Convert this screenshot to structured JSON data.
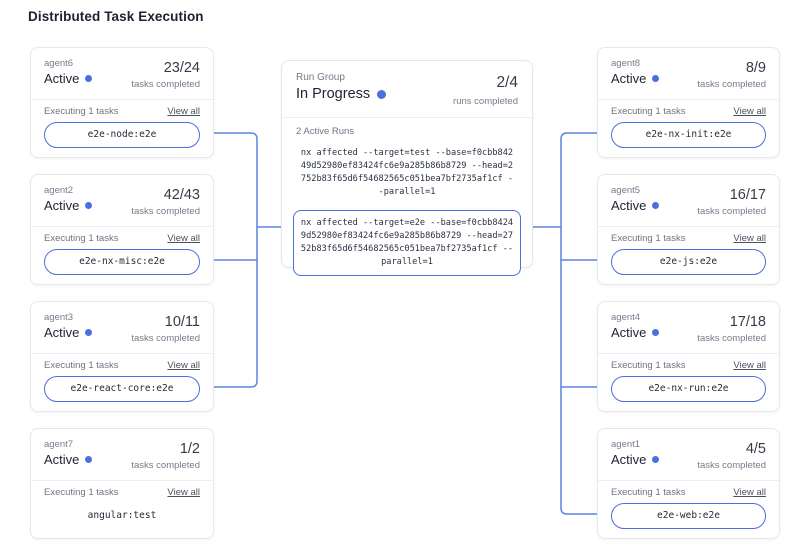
{
  "title": "Distributed Task Execution",
  "labels": {
    "tasks_completed": "tasks completed",
    "executing": "Executing 1 tasks",
    "view_all": "View all"
  },
  "left_agents": [
    {
      "name": "agent6",
      "status": "Active",
      "count": "23/24",
      "task": "e2e-node:e2e"
    },
    {
      "name": "agent2",
      "status": "Active",
      "count": "42/43",
      "task": "e2e-nx-misc:e2e"
    },
    {
      "name": "agent3",
      "status": "Active",
      "count": "10/11",
      "task": "e2e-react-core:e2e"
    },
    {
      "name": "agent7",
      "status": "Active",
      "count": "1/2",
      "task": "angular:test"
    }
  ],
  "right_agents": [
    {
      "name": "agent8",
      "status": "Active",
      "count": "8/9",
      "task": "e2e-nx-init:e2e"
    },
    {
      "name": "agent5",
      "status": "Active",
      "count": "16/17",
      "task": "e2e-js:e2e"
    },
    {
      "name": "agent4",
      "status": "Active",
      "count": "17/18",
      "task": "e2e-nx-run:e2e"
    },
    {
      "name": "agent1",
      "status": "Active",
      "count": "4/5",
      "task": "e2e-web:e2e"
    }
  ],
  "run_group": {
    "label": "Run Group",
    "status": "In Progress",
    "count": "2/4",
    "count_label": "runs completed",
    "active_runs": "2 Active Runs",
    "command_test": "nx affected --target=test --base=f0cbb84249d52980ef83424fc6e9a285b86b8729 --head=2752b83f65d6f54682565c051bea7bf2735af1cf --parallel=1",
    "command_e2e": "nx affected --target=e2e --base=f0cbb84249d52980ef83424fc6e9a285b86b8729 --head=2752b83f65d6f54682565c051bea7bf2735af1cf --parallel=1"
  },
  "colors": {
    "accent": "#4a6fde",
    "connector": "#5b82e4"
  }
}
